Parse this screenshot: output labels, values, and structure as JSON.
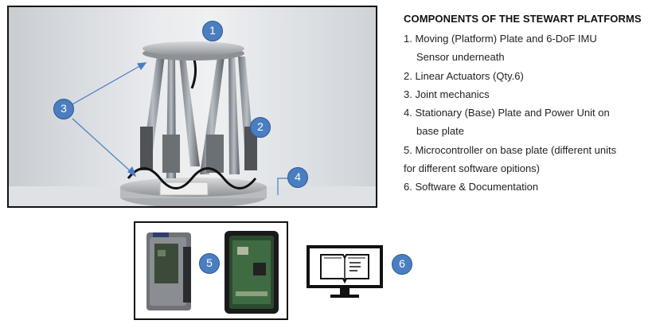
{
  "components": {
    "title": "COMPONENTS OF THE STEWART PLATFORMS",
    "items": [
      {
        "line1": "1.  Moving (Platform) Plate and 6-DoF IMU",
        "line2": "Sensor underneath"
      },
      {
        "line1": "2. Linear Actuators (Qty.6)"
      },
      {
        "line1": "3. Joint mechanics"
      },
      {
        "line1": "4. Stationary (Base) Plate and Power Unit on",
        "line2": "base plate"
      },
      {
        "line1": "5. Microcontroller on base plate (different units",
        "line2": "for different software opitions)",
        "line2_indent": false
      },
      {
        "line1": "6. Software & Documentation"
      }
    ]
  },
  "badges": {
    "b1": "1",
    "b2": "2",
    "b3": "3",
    "b4": "4",
    "b5": "5",
    "b6": "6"
  },
  "colors": {
    "badge_fill": "#4a7ec0",
    "badge_border": "#2d5a94",
    "arrow": "#4a7ec0",
    "frame": "#111111"
  },
  "icons": {
    "platform_photo": "stewart-platform-photo",
    "controller_photo": "microcontroller-photo",
    "monitor": "monitor-book-icon"
  }
}
